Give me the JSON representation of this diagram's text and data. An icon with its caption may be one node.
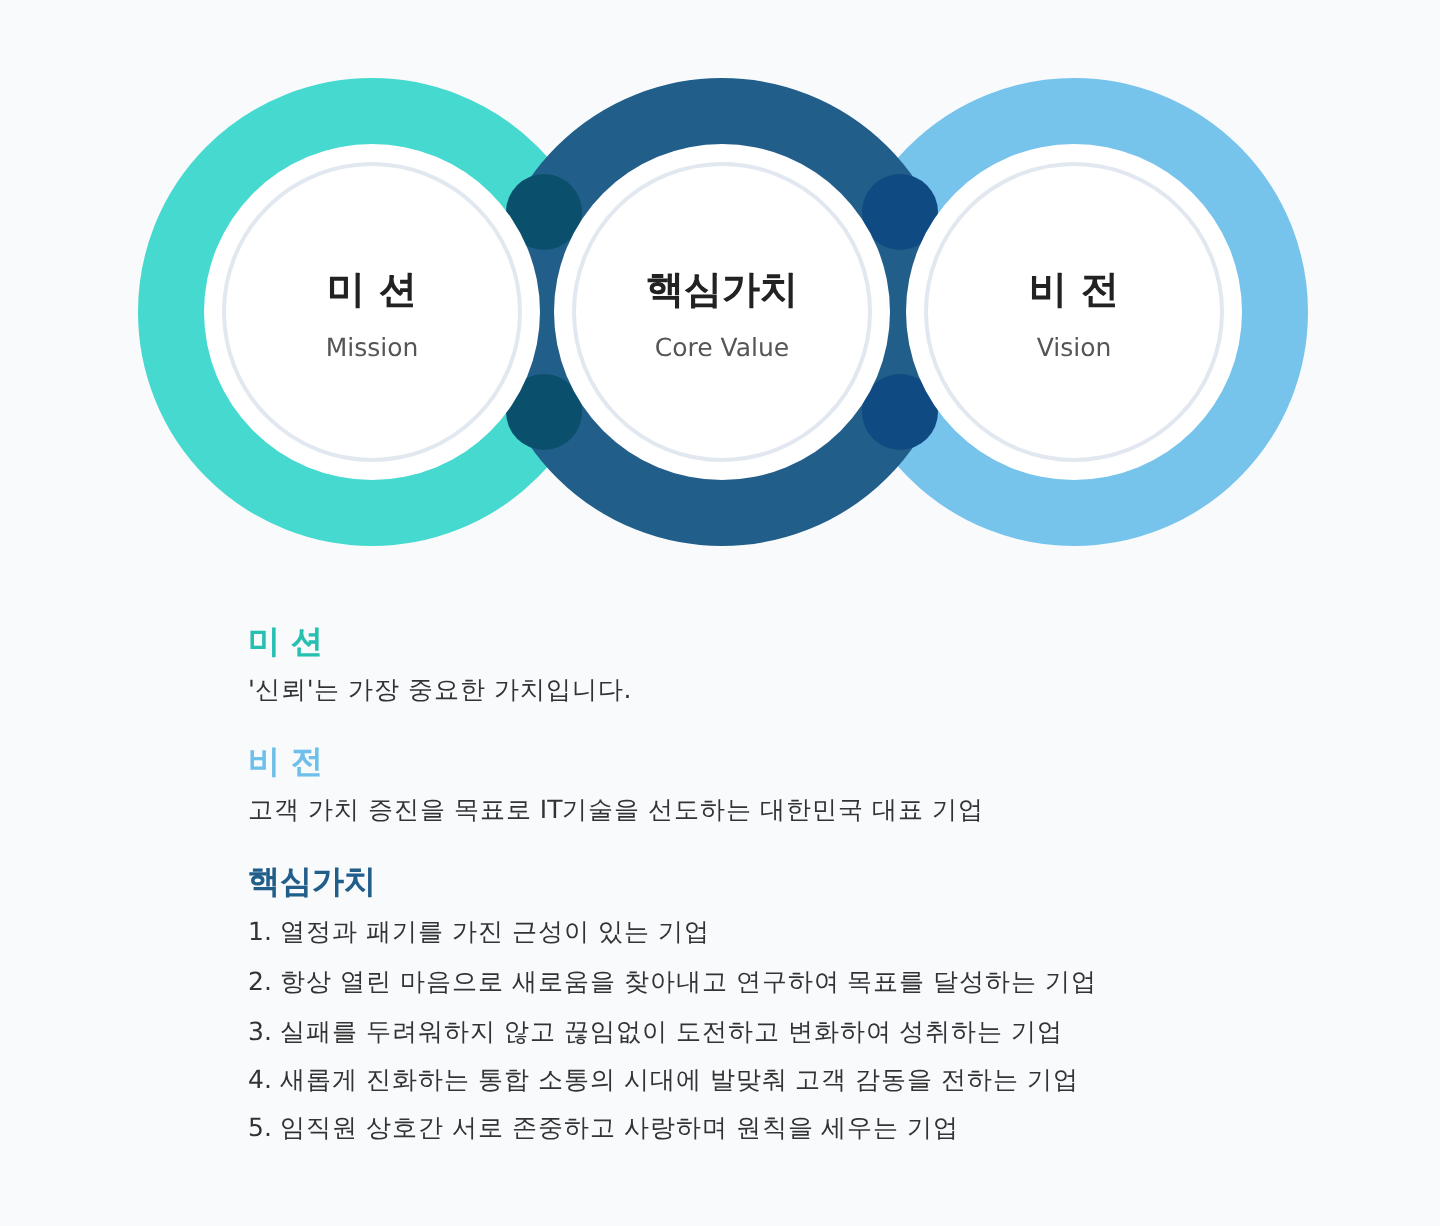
{
  "diagram": {
    "nodes": [
      {
        "text": [
          "미 션",
          "Mission"
        ]
      },
      {
        "text": [
          "핵심가치",
          "Core Value"
        ]
      },
      {
        "text": [
          "비 전",
          "Vision"
        ]
      }
    ],
    "labels": [
      "미 션",
      "'신뢰'는 가장 중요한 가치입니다.",
      "비 전",
      "고객 가치 증진을 목표로 IT기술을 선도하는 대한민국 대표 기업",
      "핵심가치",
      "1. 열정과 패기를 가진 근성이 있는 기업",
      "2. 항상 열린 마음으로 새로움을 찾아내고 연구하여 목표를 달성하는 기업",
      "3. 실패를 두려워하지 않고 끊임없이 도전하고 변화하여 성취하는 기업",
      "4. 새롭게 진화하는 통합 소통의 시대에 발맞춰 고객 감동을 전하는 기업",
      "5. 임직원 상호간 서로 존중하고 사랑하며 원칙을 세우는 기업"
    ]
  }
}
